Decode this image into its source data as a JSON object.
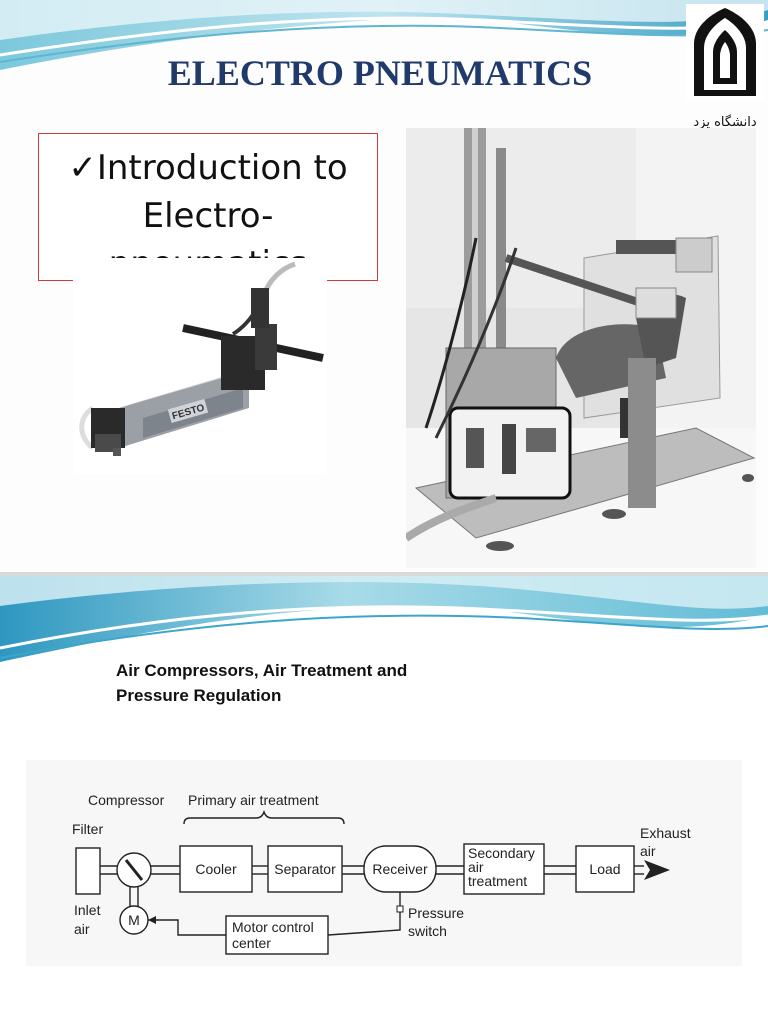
{
  "slide1": {
    "title": "ELECTRO PNEUMATICS",
    "logo_text": "دانشگاه یزد",
    "intro": {
      "check": "✓",
      "line1": "Introduction to",
      "line2": "Electro-",
      "line3": "pneumatics"
    },
    "valve_brand": "FESTO"
  },
  "slide2": {
    "heading_line1": "Air Compressors, Air Treatment and",
    "heading_line2": "Pressure Regulation",
    "diagram": {
      "compressor": "Compressor",
      "primary_air_treatment": "Primary air treatment",
      "filter": "Filter",
      "inlet": "Inlet",
      "air": "air",
      "motor": "M",
      "cooler": "Cooler",
      "separator": "Separator",
      "receiver": "Receiver",
      "secondary_line1": "Secondary",
      "secondary_line2": "air",
      "secondary_line3": "treatment",
      "load": "Load",
      "exhaust": "Exhaust",
      "exhaust_air": "air",
      "motor_control_line1": "Motor control",
      "motor_control_line2": "center",
      "pressure": "Pressure",
      "switch": "switch"
    }
  }
}
